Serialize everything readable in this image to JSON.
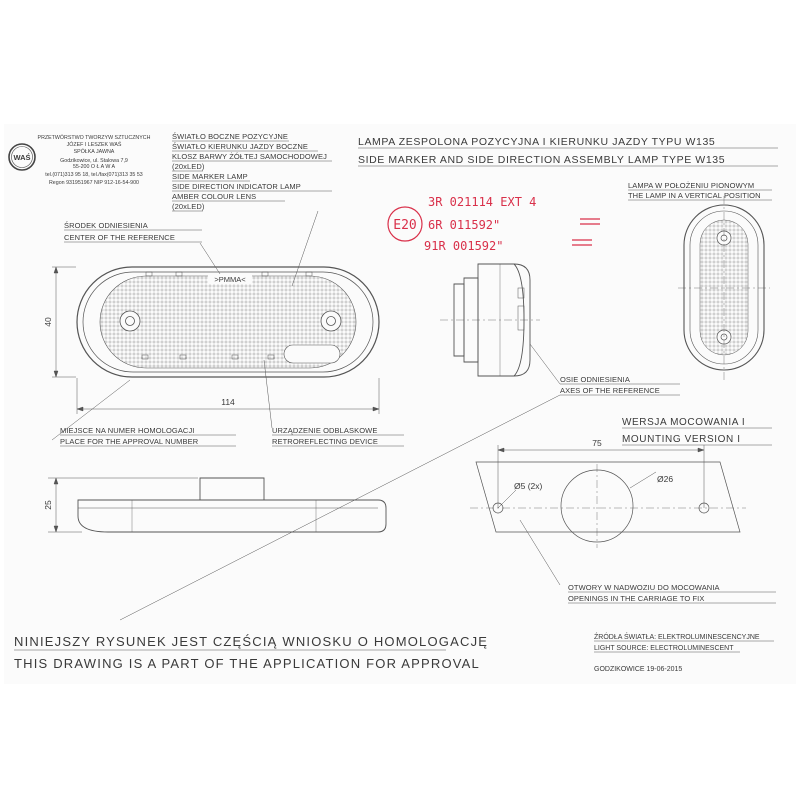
{
  "company": {
    "name": "PRZETWÓRSTWO TWORZYW SZTUCZNYCH",
    "owners": "JÓZEF I LESZEK WAŚ",
    "form": "SPÓŁKA JAWNA",
    "address": "Godzikowice, ul. Stalowa 7,9",
    "city": "55-200  O Ł A W A",
    "phones": "tel.(071)313 95 18, tel./fax(071)313 35 53",
    "regon": "Regon 931951967  NIP 912-16-54-900",
    "logo_text": "WAŚ"
  },
  "description_pl": [
    "ŚWIATŁO BOCZNE POZYCYJNE",
    "ŚWIATŁO KIERUNKU JAZDY BOCZNE",
    "KLOSZ BARWY ŻÓŁTEJ SAMOCHODOWEJ",
    "(20xLED)"
  ],
  "description_en": [
    "SIDE MARKER LAMP",
    "SIDE DIRECTION INDICATOR LAMP",
    "AMBER COLOUR LENS",
    "(20xLED)"
  ],
  "title_pl": "LAMPA ZESPOLONA POZYCYJNA I KIERUNKU JAZDY TYPU W135",
  "title_en": "SIDE MARKER AND SIDE DIRECTION ASSEMBLY LAMP TYPE W135",
  "approval": {
    "emark": "E20",
    "line1": "3R  021114   EXT 4",
    "line2": "6R  011592\"",
    "line3": "91R  001592\""
  },
  "labels": {
    "center_pl": "ŚRODEK ODNIESIENIA",
    "center_en": "CENTER OF THE REFERENCE",
    "pmma": ">PMMA<",
    "vertical_pl": "LAMPA W POŁOŻENIU PIONOWYM",
    "vertical_en": "THE LAMP IN A VERTICAL POSITION",
    "axes_pl": "OSIE ODNIESIENIA",
    "axes_en": "AXES OF THE REFERENCE",
    "approval_place_pl": "MIEJSCE NA NUMER HOMOLOGACJI",
    "approval_place_en": "PLACE FOR THE APPROVAL NUMBER",
    "retro_pl": "URZĄDZENIE ODBLASKOWE",
    "retro_en": "RETROREFLECTING DEVICE",
    "mounting_pl": "WERSJA MOCOWANIA I",
    "mounting_en": "MOUNTING VERSION I",
    "openings_pl": "OTWORY W NADWOZIU DO MOCOWANIA",
    "openings_en": "OPENINGS IN THE CARRIAGE TO FIX",
    "source_pl": "ŹRÓDŁA ŚWIATŁA: ELEKTROLUMINESCENCYJNE",
    "source_en": "LIGHT SOURCE: ELECTROLUMINESCENT",
    "date": "GODZIKOWICE 19-06-2015"
  },
  "dimensions": {
    "height": "40",
    "width": "114",
    "depth": "25",
    "spacing": "75",
    "hole": "Ø5 (2x)",
    "center_hole": "Ø26"
  },
  "footer": {
    "pl": "NINIEJSZY RYSUNEK JEST CZĘŚCIĄ WNIOSKU O  HOMOLOGACJĘ",
    "en": "THIS DRAWING IS A PART OF THE APPLICATION FOR  APPROVAL"
  },
  "colors": {
    "line": "#4a4a4a",
    "stamp": "#d9304a",
    "paper": "#fbfbfb"
  }
}
